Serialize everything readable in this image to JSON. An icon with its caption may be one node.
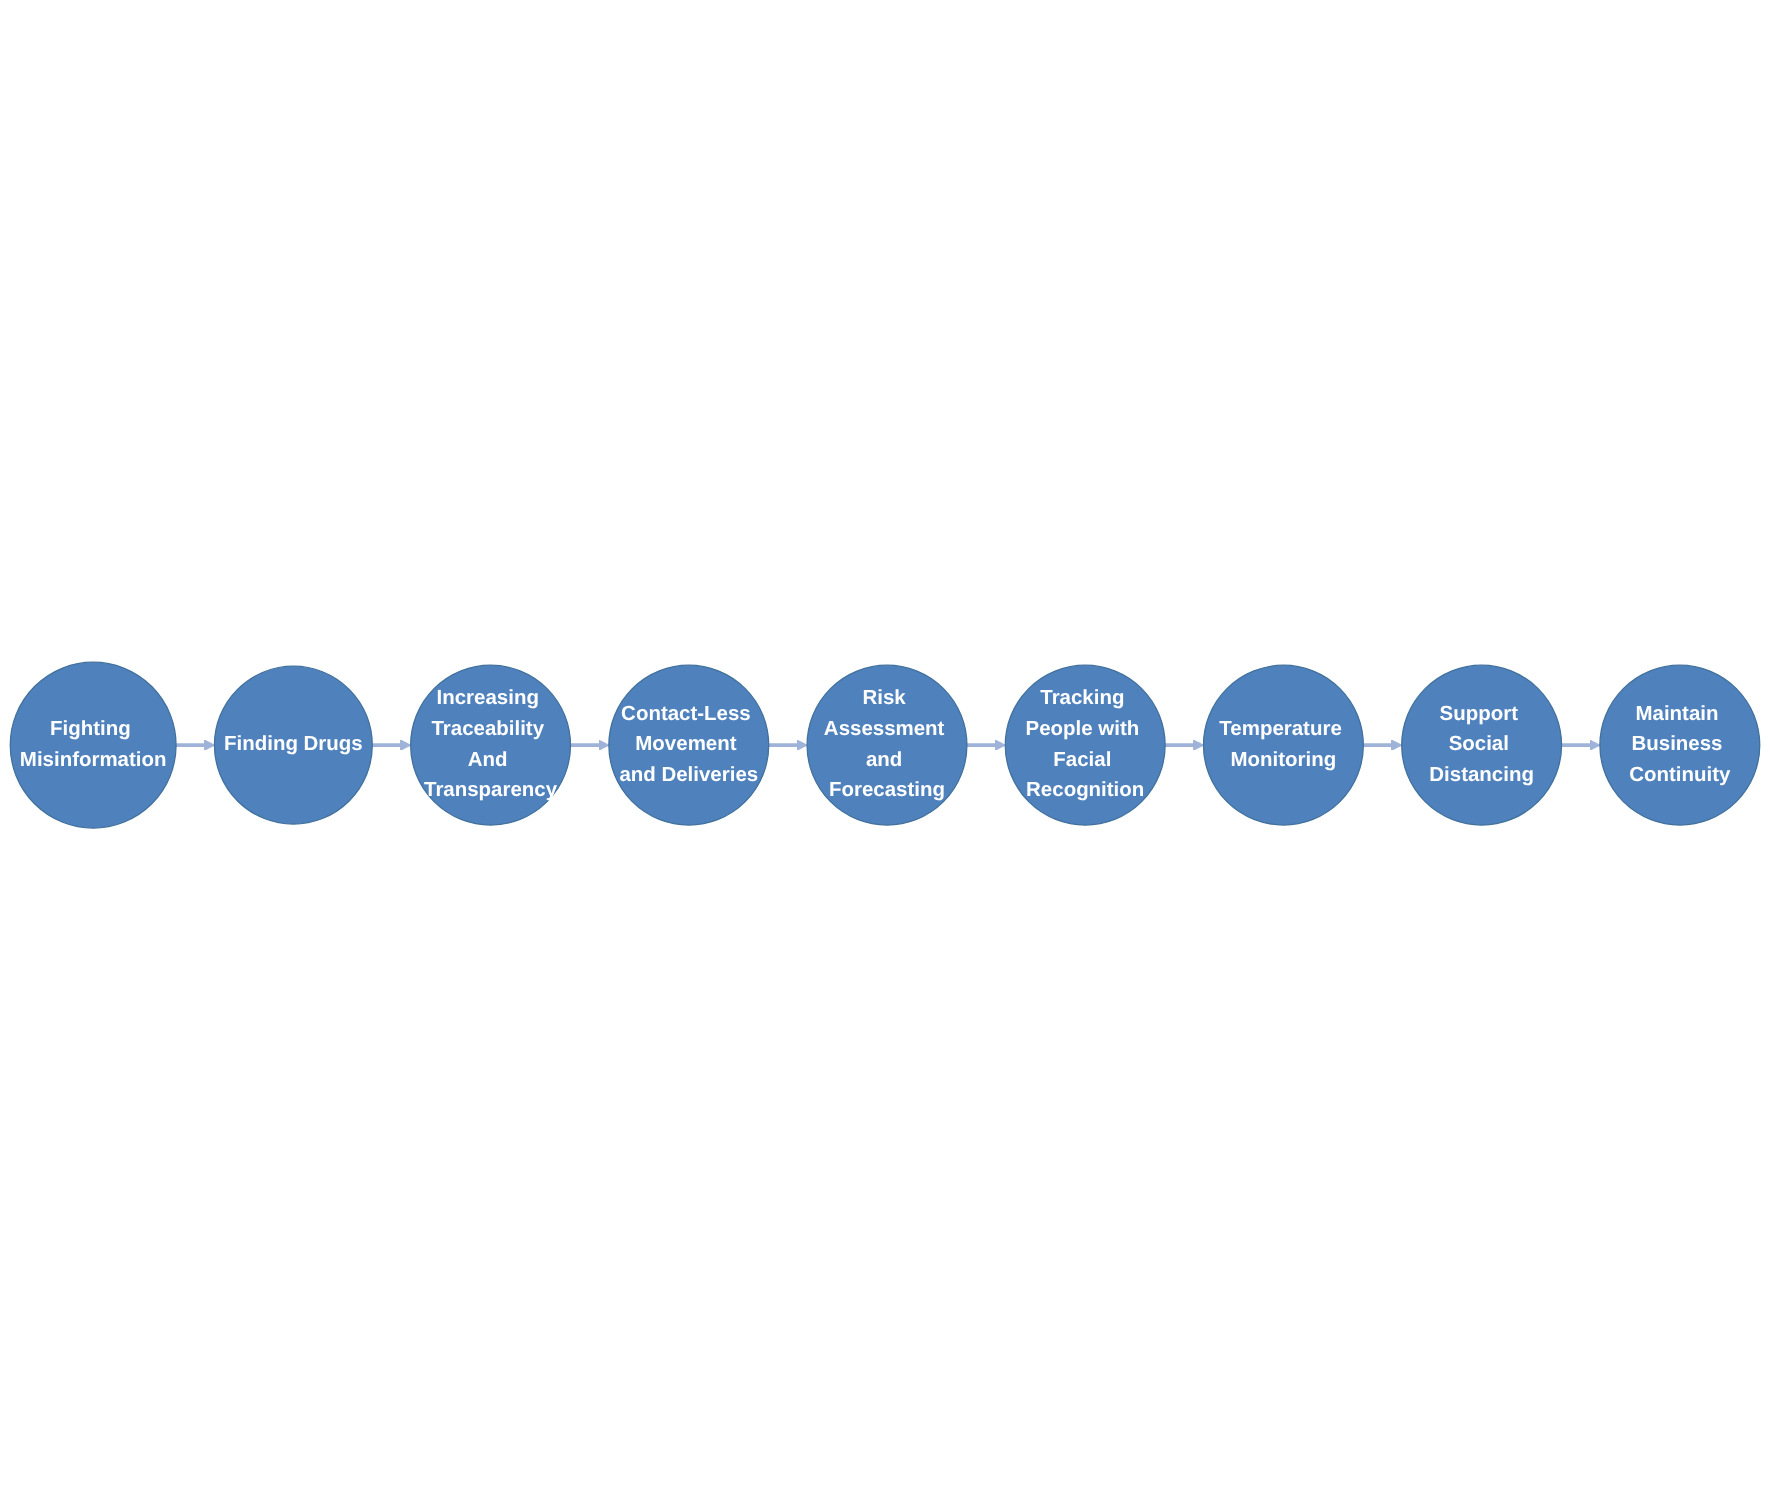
{
  "diagram": {
    "nodes": [
      {
        "text": [
          "Fighting Misinformation"
        ]
      },
      {
        "text": [
          "Tracking People with Facial Recognition"
        ]
      },
      {
        "text": [
          "Temperature Monitoring"
        ]
      },
      {
        "text": [
          "Finding Drugs"
        ]
      },
      {
        "text": [
          "Risk Assessment and Forecasting"
        ]
      },
      {
        "text": [
          "Support Social Distancing"
        ]
      },
      {
        "text": [
          "Increasing Traceability And Transparency"
        ]
      },
      {
        "text": [
          "Contact-Less Movement and Deliveries"
        ]
      },
      {
        "text": [
          "Maintain Business Continuity"
        ]
      }
    ],
    "edges": [
      {
        "from": 0,
        "to": 3,
        "arrow": "to"
      },
      {
        "from": 3,
        "to": 6,
        "arrow": "to"
      },
      {
        "from": 6,
        "to": 7,
        "arrow": "to"
      },
      {
        "from": 7,
        "to": 4,
        "arrow": "to"
      },
      {
        "from": 4,
        "to": 1,
        "arrow": "to"
      },
      {
        "from": 1,
        "to": 2,
        "arrow": "to"
      },
      {
        "from": 2,
        "to": 5,
        "arrow": "to"
      },
      {
        "from": 5,
        "to": 8,
        "arrow": "to"
      }
    ]
  }
}
